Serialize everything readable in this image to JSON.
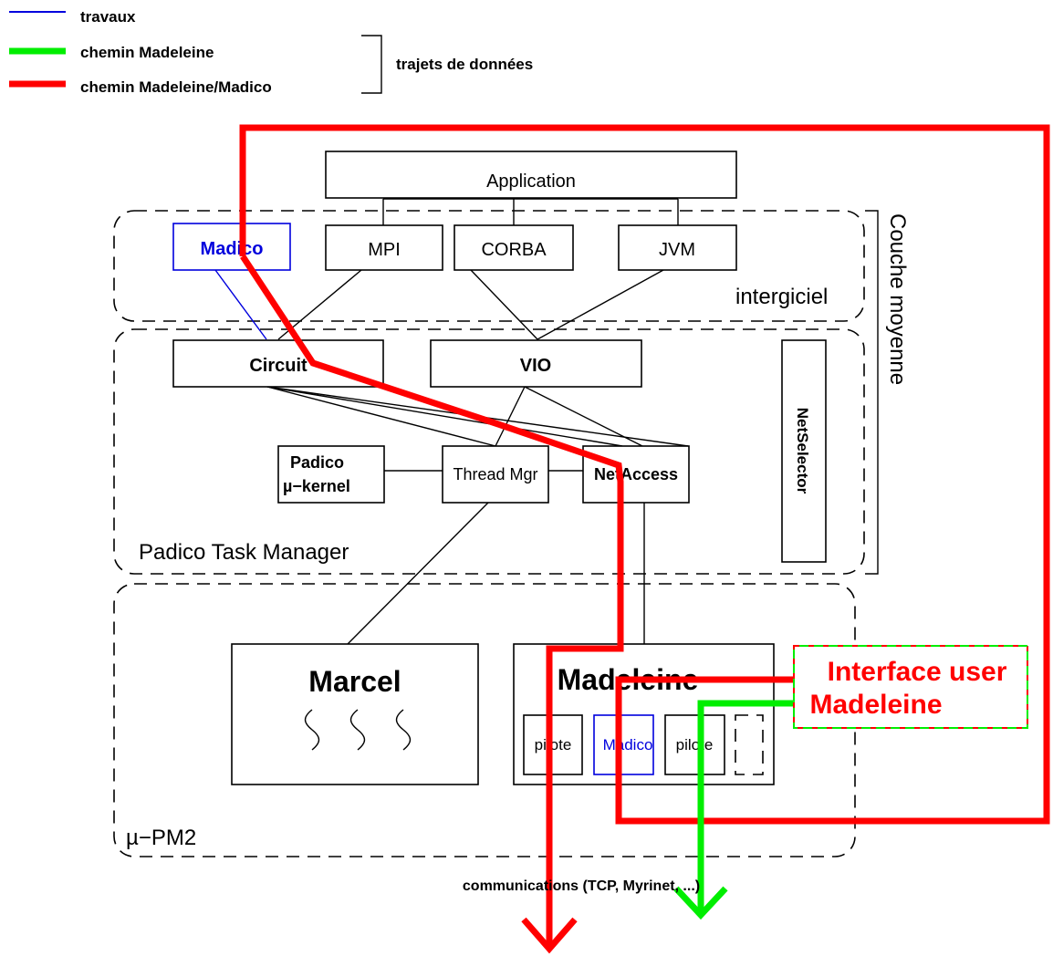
{
  "legend": {
    "travaux": "travaux",
    "chemin_madeleine": "chemin Madeleine",
    "chemin_madeleine_madico": "chemin Madeleine/Madico",
    "trajets": "trajets de données"
  },
  "layers": {
    "couche_moyenne": "Couche moyenne",
    "intergiciel": "intergiciel",
    "padico_task_manager": "Padico Task Manager",
    "upm2": "µ−PM2"
  },
  "modules": {
    "application": "Application",
    "madico_top": "Madico",
    "mpi": "MPI",
    "corba": "CORBA",
    "jvm": "JVM",
    "circuit": "Circuit",
    "vio": "VIO",
    "netselector": "NetSelector",
    "padico_kernel_line1": "Padico",
    "padico_kernel_line2": "µ−kernel",
    "thread_mgr": "Thread Mgr",
    "netaccess": "NetAccess",
    "marcel": "Marcel",
    "madeleine": "Madeleine",
    "pilote_1": "pilote",
    "madico_driver": "Madico",
    "pilote_2": "pilote"
  },
  "interface_user": {
    "line1": "Interface user",
    "line2": "Madeleine"
  },
  "communications": "communications (TCP, Myrinet, ...)",
  "colors": {
    "travaux": "#0000dd",
    "chemin_madeleine": "#00ee00",
    "chemin_madeleine_madico": "#ff0000"
  }
}
